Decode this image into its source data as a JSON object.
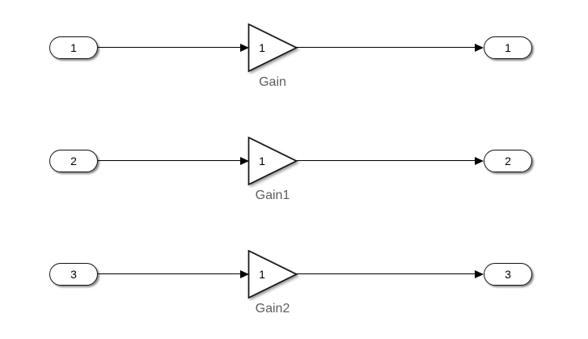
{
  "diagram": {
    "type": "simulink-block-diagram",
    "colors": {
      "background": "#ffffff",
      "wire": "#000000",
      "block_border": "#141414",
      "block_fill": "#ffffff",
      "block_text": "#000000",
      "label_text": "#5e5e5e"
    },
    "rows": [
      {
        "inport": "1",
        "gain_value": "1",
        "gain_label": "Gain",
        "outport": "1"
      },
      {
        "inport": "2",
        "gain_value": "1",
        "gain_label": "Gain1",
        "outport": "2"
      },
      {
        "inport": "3",
        "gain_value": "1",
        "gain_label": "Gain2",
        "outport": "3"
      }
    ]
  }
}
